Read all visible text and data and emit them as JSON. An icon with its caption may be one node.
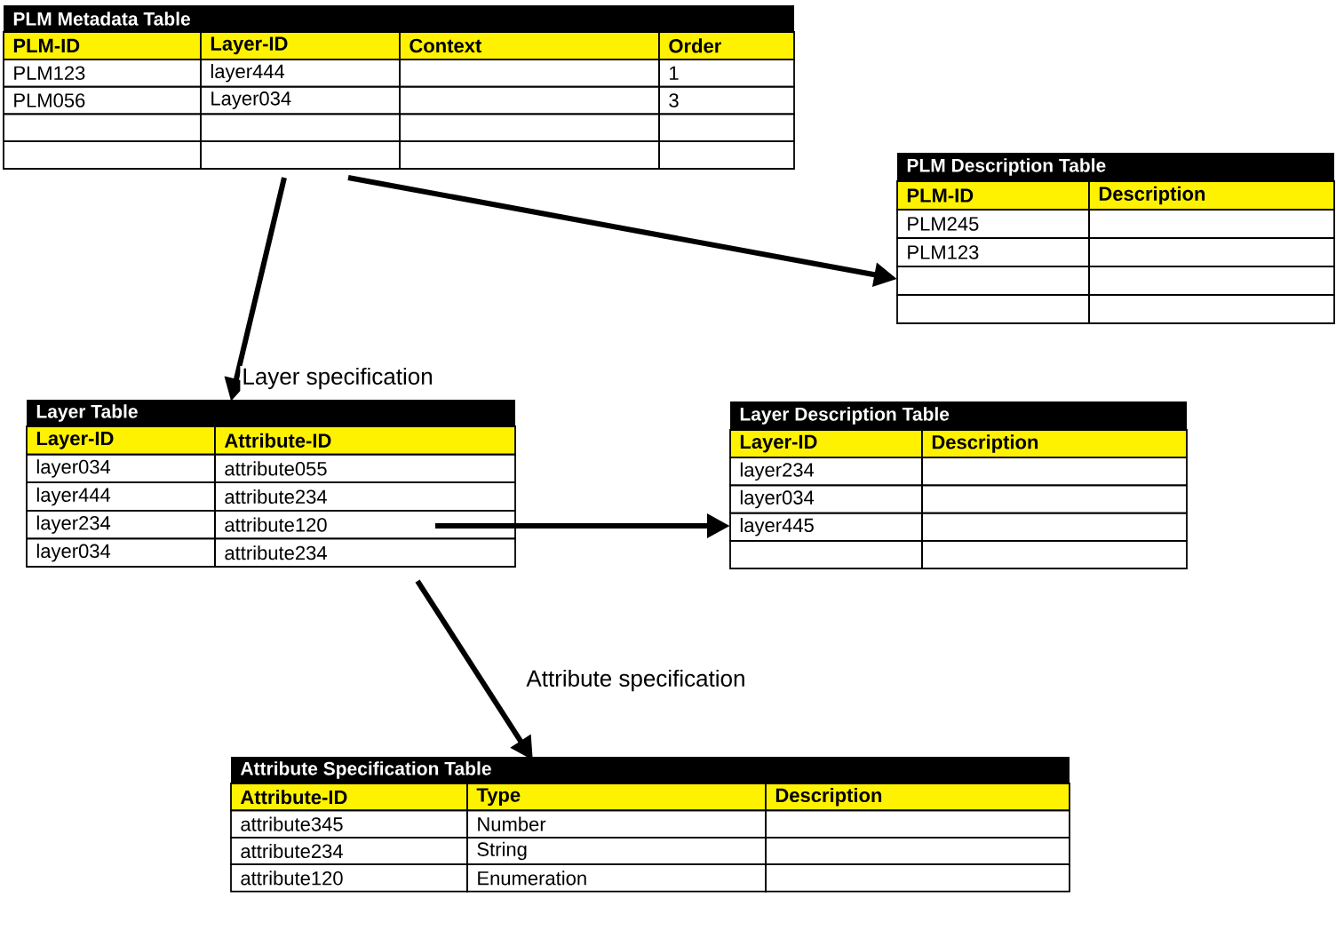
{
  "diagram": {
    "nodes": [
      {
        "text": [
          "PLM Metadata Table",
          "PLM-ID",
          "Layer-ID",
          "Context",
          "Order",
          "PLM123",
          "layer444",
          "1",
          "PLM056",
          "Layer034",
          "3"
        ]
      },
      {
        "text": [
          "PLM Description Table",
          "PLM-ID",
          "Description",
          "PLM245",
          "PLM123"
        ]
      },
      {
        "text": [
          "Layer Table",
          "Layer-ID",
          "Attribute-ID",
          "layer034",
          "attribute055",
          "layer444",
          "attribute234",
          "layer234",
          "attribute120",
          "layer034",
          "attribute234"
        ]
      },
      {
        "text": [
          "Layer Description Table",
          "Layer-ID",
          "Description",
          "layer234",
          "layer034",
          "layer445"
        ]
      },
      {
        "text": [
          "Attribute Specification Table",
          "Attribute-ID",
          "Type",
          "Description",
          "attribute345",
          "Number",
          "attribute234",
          "String",
          "attribute120",
          "Enumeration"
        ]
      }
    ],
    "edges": [
      {
        "from": 0,
        "to": 1,
        "arrow": "to"
      },
      {
        "from": 0,
        "to": 2,
        "arrow": "to",
        "label": "Layer specification"
      },
      {
        "from": 2,
        "to": 3,
        "arrow": "to"
      },
      {
        "from": 2,
        "to": 4,
        "arrow": "to",
        "label": "Attribute specification"
      }
    ]
  }
}
